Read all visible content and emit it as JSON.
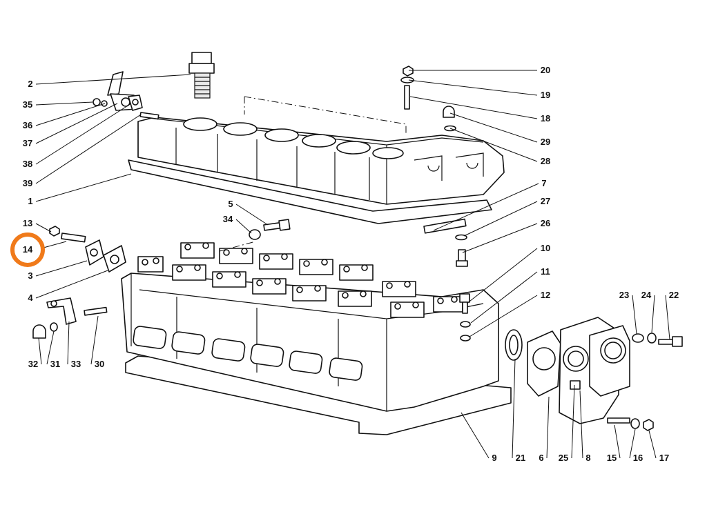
{
  "highlight": {
    "part": "14",
    "color": "#f07a1a"
  },
  "callouts": [
    "1",
    "2",
    "3",
    "4",
    "5",
    "6",
    "7",
    "8",
    "9",
    "10",
    "11",
    "12",
    "13",
    "14",
    "15",
    "16",
    "17",
    "18",
    "19",
    "20",
    "21",
    "22",
    "23",
    "24",
    "25",
    "26",
    "27",
    "28",
    "29",
    "30",
    "31",
    "32",
    "33",
    "34",
    "35",
    "36",
    "37",
    "38",
    "39"
  ],
  "colors": {
    "line": "#111111",
    "background": "#ffffff",
    "highlight": "#f07a1a"
  }
}
